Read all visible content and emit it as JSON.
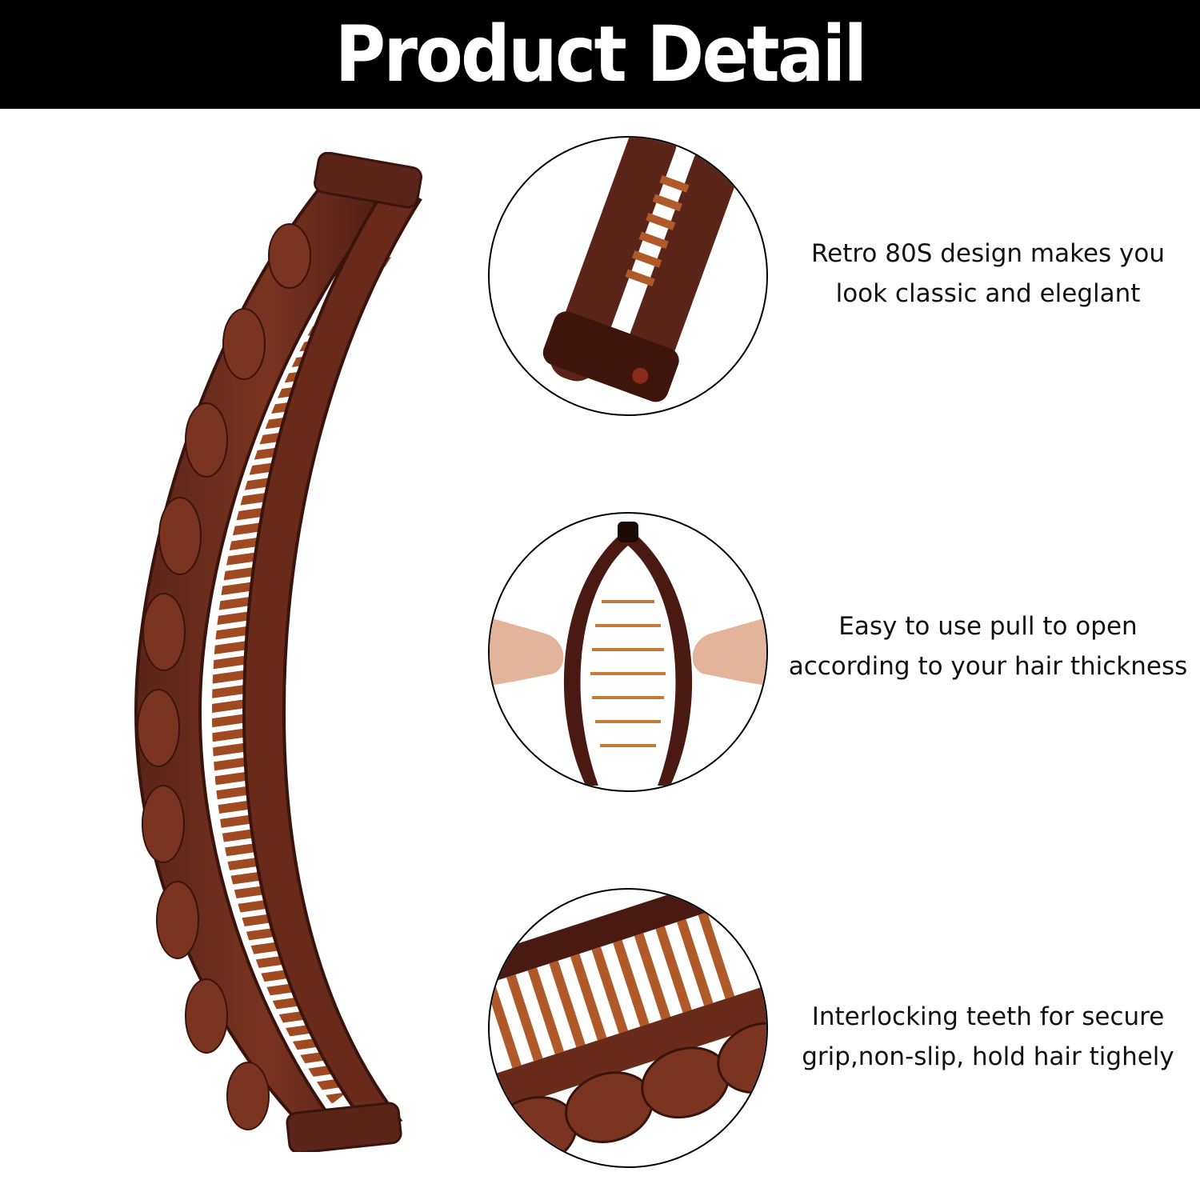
{
  "banner": {
    "title": "Product Detail"
  },
  "colors": {
    "banner_bg": "#000000",
    "banner_text": "#ffffff",
    "clip_dark": "#4a1a12",
    "clip_teeth": "#8a3a1e"
  },
  "details": [
    {
      "icon": "clip-hinge-closeup",
      "line1": "Retro 80S design makes you",
      "line2": "look classic and eleglant"
    },
    {
      "icon": "hands-opening-clip",
      "line1": "Easy to use pull to open",
      "line2": "according to your hair thickness"
    },
    {
      "icon": "interlocking-teeth-closeup",
      "line1": "Interlocking teeth for secure",
      "line2": "grip,non-slip, hold hair tighely"
    }
  ]
}
